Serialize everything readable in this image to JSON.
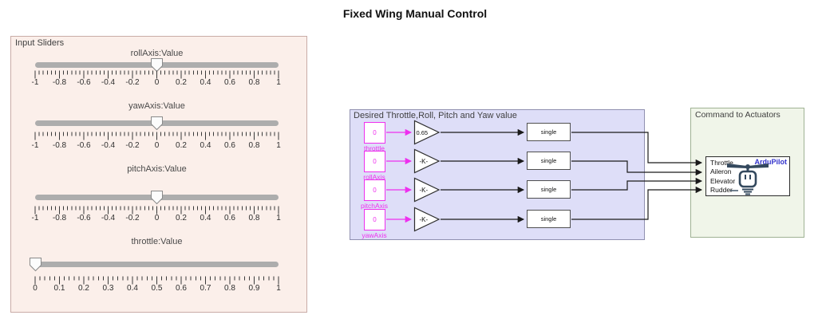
{
  "title": "Fixed Wing Manual Control",
  "colors": {
    "magenta": "#EE30EE",
    "wire": "#1A1A1A",
    "ardupilot_blue": "#3333CC",
    "icon_navy": "#34495E",
    "track": "#ADADAD",
    "pink_bg": "#FBEFEA",
    "pink_border": "#C9ACA7",
    "purple_bg": "#DEDEF8",
    "purple_border": "#9090B0",
    "green_bg": "#F0F5E9",
    "green_border": "#9FB294"
  },
  "input_sliders": {
    "header": "Input Sliders",
    "sliders": [
      {
        "label": "rollAxis:Value",
        "value": 0,
        "min": -1,
        "max": 1,
        "tick_labels": [
          "-1",
          "-0.8",
          "-0.6",
          "-0.4",
          "-0.2",
          "0",
          "0.2",
          "0.4",
          "0.6",
          "0.8",
          "1"
        ]
      },
      {
        "label": "yawAxis:Value",
        "value": 0,
        "min": -1,
        "max": 1,
        "tick_labels": [
          "-1",
          "-0.8",
          "-0.6",
          "-0.4",
          "-0.2",
          "0",
          "0.2",
          "0.4",
          "0.6",
          "0.8",
          "1"
        ]
      },
      {
        "label": "pitchAxis:Value",
        "value": 0,
        "min": -1,
        "max": 1,
        "tick_labels": [
          "-1",
          "-0.8",
          "-0.6",
          "-0.4",
          "-0.2",
          "0",
          "0.2",
          "0.4",
          "0.6",
          "0.8",
          "1"
        ]
      },
      {
        "label": "throttle:Value",
        "value": 0,
        "min": 0,
        "max": 1,
        "tick_labels": [
          "0",
          "0.1",
          "0.2",
          "0.3",
          "0.4",
          "0.5",
          "0.6",
          "0.7",
          "0.8",
          "0.9",
          "1"
        ]
      }
    ]
  },
  "desired_panel": {
    "header": "Desired Throttle,Roll, Pitch and Yaw value",
    "rows": [
      {
        "source_value": "0",
        "source_label": "throttle",
        "gain": "0.65",
        "convert": "single"
      },
      {
        "source_value": "0",
        "source_label": "rollAxis",
        "gain": "-K-",
        "convert": "single"
      },
      {
        "source_value": "0",
        "source_label": "pitchAxis",
        "gain": "-K-",
        "convert": "single"
      },
      {
        "source_value": "0",
        "source_label": "yawAxis",
        "gain": "-K-",
        "convert": "single"
      }
    ]
  },
  "command_panel": {
    "header": "Command to Actuators",
    "ardupilot": {
      "label": "ArduPilot",
      "ports": [
        "Throttle",
        "Aileron",
        "Elevator",
        "Rudder"
      ]
    }
  }
}
